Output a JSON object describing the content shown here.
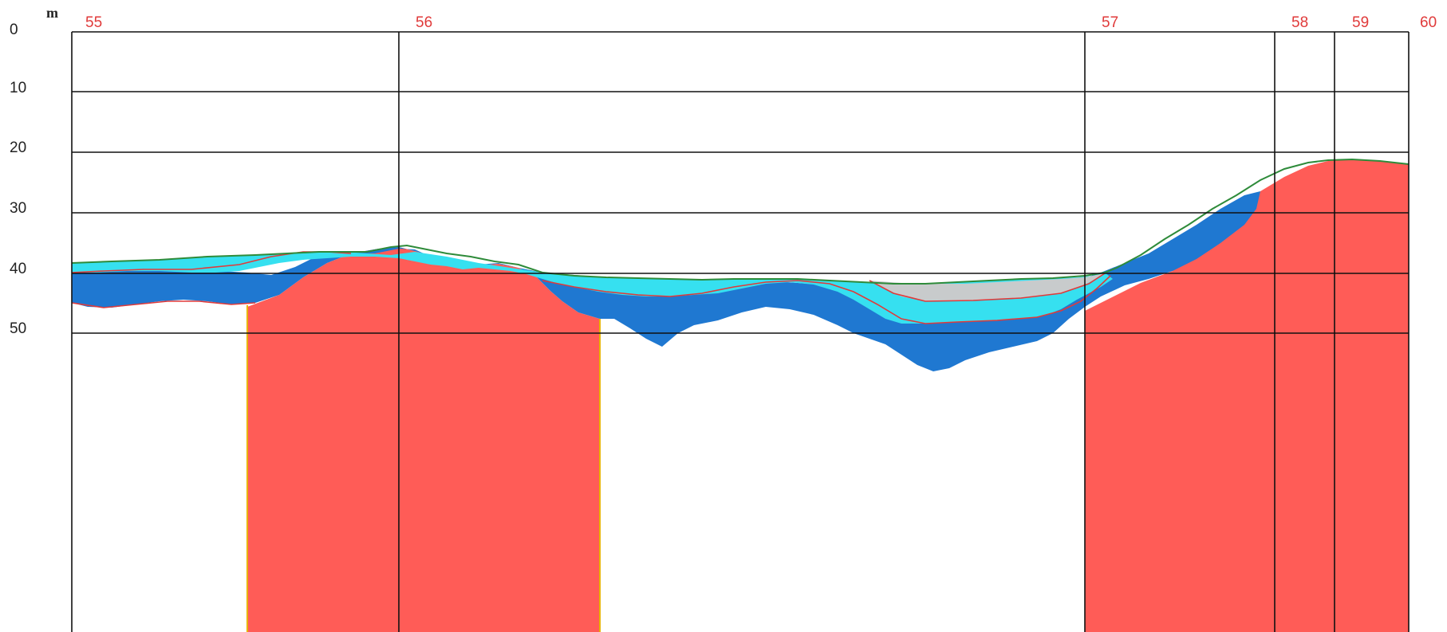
{
  "unit": "m",
  "depth_labels": [
    "0",
    "10",
    "20",
    "30",
    "40",
    "50"
  ],
  "depth_values": [
    0,
    10,
    20,
    30,
    40,
    50
  ],
  "stations": [
    {
      "label": "55"
    },
    {
      "label": "56"
    },
    {
      "label": "57"
    },
    {
      "label": "58"
    },
    {
      "label": "59"
    },
    {
      "label": "60"
    }
  ],
  "colors": {
    "bedrock": "#ff5c57",
    "lower_layer": "#1f78d1",
    "upper_layer": "#36e0f0",
    "grey_layer": "#c8cbcc",
    "ground_surface": "#2e8b3a",
    "boundary_line": "#e03a3a",
    "station_label": "#e03a3a",
    "grid_line": "#111111",
    "borehole_edge": "#e8b400"
  }
}
